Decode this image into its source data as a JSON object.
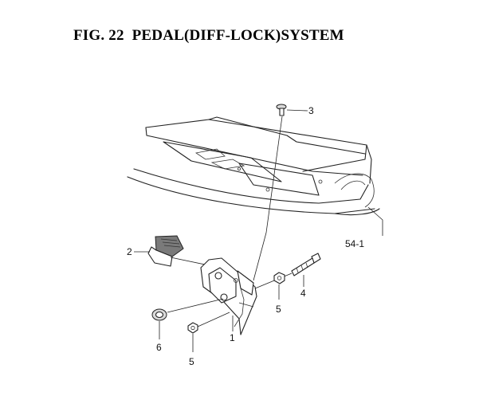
{
  "figure": {
    "number": "FIG. 22",
    "title": "PEDAL(DIFF-LOCK)SYSTEM"
  },
  "callouts": {
    "part_1": "1",
    "part_2": "2",
    "part_3": "3",
    "part_4": "4",
    "part_5_upper": "5",
    "part_5_lower": "5",
    "part_6": "6",
    "part_54_1": "54-1"
  }
}
